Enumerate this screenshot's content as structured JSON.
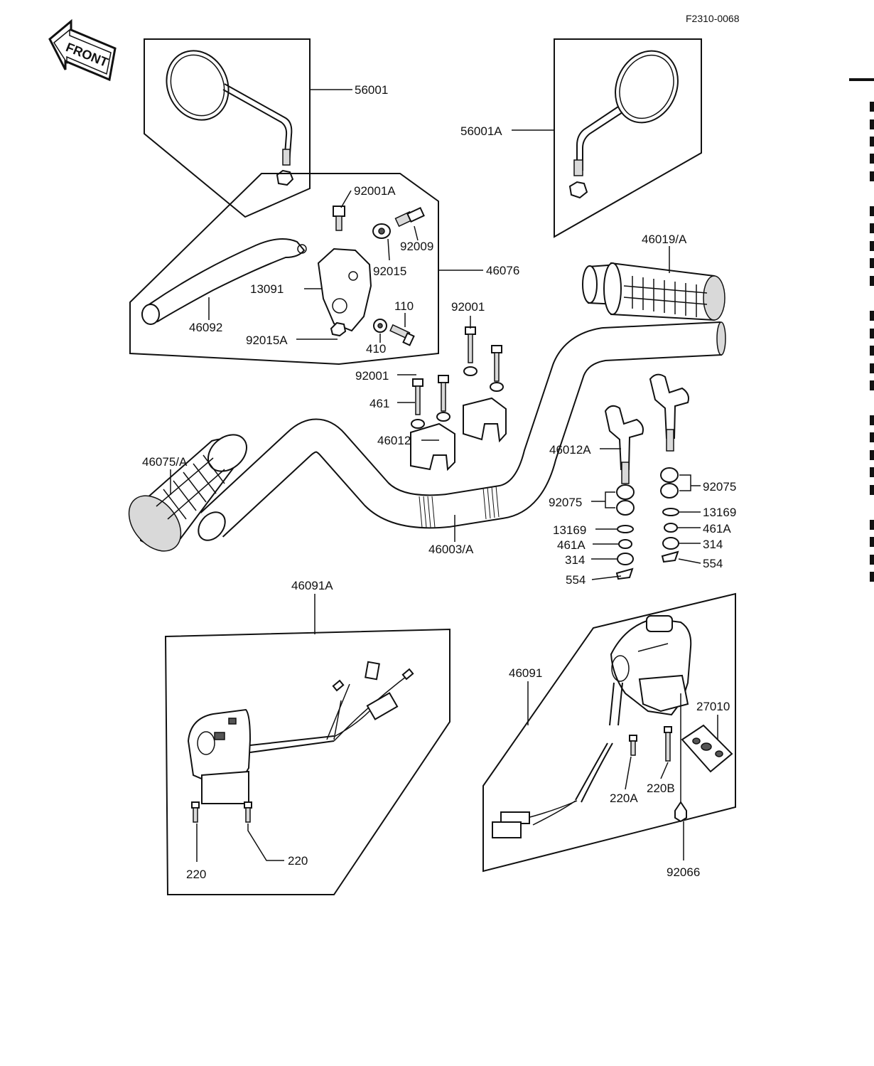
{
  "diagram_code": "F2310-0068",
  "front_badge": "FRONT",
  "labels": {
    "p56001": "56001",
    "p56001A": "56001A",
    "p92001A": "92001A",
    "p92009": "92009",
    "p92015": "92015",
    "p46076": "46076",
    "p13091": "13091",
    "p110": "110",
    "p46092": "46092",
    "p92015A": "92015A",
    "p410": "410",
    "p92001_top": "92001",
    "p92001_mid": "92001",
    "p461": "461",
    "p46012": "46012",
    "p46019A": "46019/A",
    "p46075A": "46075/A",
    "p46003A": "46003/A",
    "p46012A": "46012A",
    "p92075_r": "92075",
    "p13169_r": "13169",
    "p461A_r": "461A",
    "p314_r": "314",
    "p554_r": "554",
    "p92075_l": "92075",
    "p13169_l": "13169",
    "p461A_l": "461A",
    "p314_l": "314",
    "p554_l": "554",
    "p46091A": "46091A",
    "p220_a": "220",
    "p220_b": "220",
    "p46091": "46091",
    "p27010": "27010",
    "p220A": "220A",
    "p220B": "220B",
    "p92066": "92066"
  }
}
